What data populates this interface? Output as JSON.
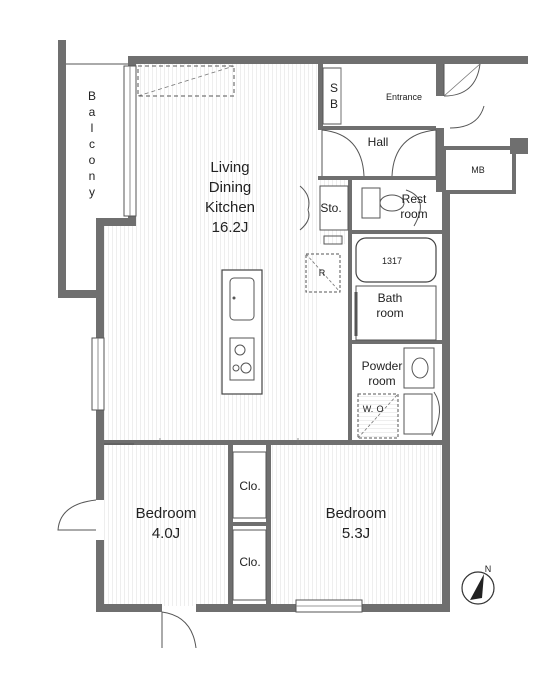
{
  "colors": {
    "wall": "#6f6f6f",
    "line": "#555555",
    "floor_hatch": "#d9d9d9",
    "background": "#ffffff"
  },
  "labels": {
    "balcony": [
      "B",
      "a",
      "l",
      "c",
      "o",
      "n",
      "y"
    ],
    "ldk": [
      "Living",
      "Dining",
      "Kitchen",
      "16.2J"
    ],
    "sto": "Sto.",
    "entrance": "Entrance",
    "sb": [
      "S",
      "B"
    ],
    "hall": "Hall",
    "mb": "MB",
    "restroom": [
      "Rest",
      "room"
    ],
    "unit_bath": "1317",
    "refrigerator": "R",
    "bathroom": [
      "Bath",
      "room"
    ],
    "powder": [
      "Powder",
      "room"
    ],
    "washer": "W.",
    "washer_o": "O",
    "clo_upper": "Clo.",
    "clo_lower": "Clo.",
    "bedroom_left": [
      "Bedroom",
      "4.0J"
    ],
    "bedroom_right": [
      "Bedroom",
      "5.3J"
    ],
    "north": "N"
  }
}
